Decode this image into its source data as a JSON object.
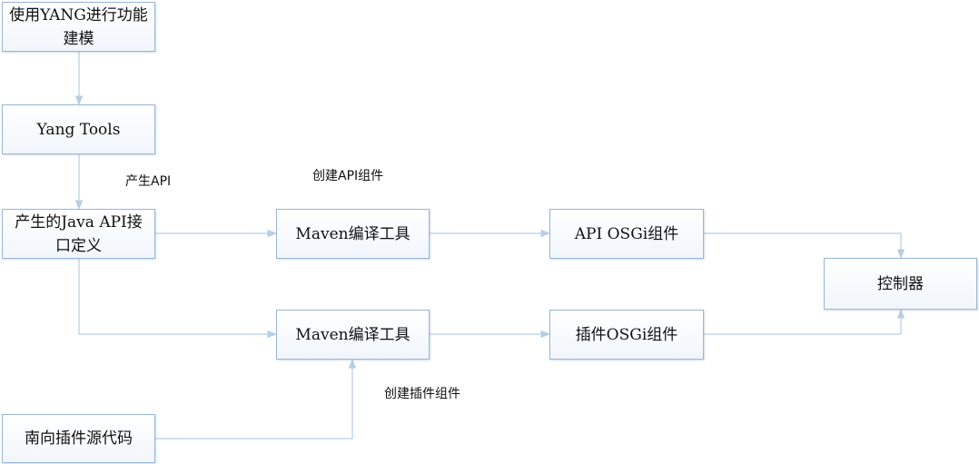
{
  "nodes": {
    "yang_modeling": "使用YANG进行功能建模",
    "yang_tools": "Yang Tools",
    "java_api": "产生的Java API接口定义",
    "maven_api": "Maven编译工具",
    "api_osgi": "API OSGi组件",
    "controller": "控制器",
    "maven_plugin": "Maven编译工具",
    "plugin_osgi": "插件OSGi组件",
    "south_source": "南向插件源代码"
  },
  "edge_labels": {
    "generate_api": "产生API",
    "create_api_component": "创建API组件",
    "create_plugin_component": "创建插件组件"
  },
  "colors": {
    "box_border": "#9ab6d3",
    "connector": "#b7cde3"
  }
}
